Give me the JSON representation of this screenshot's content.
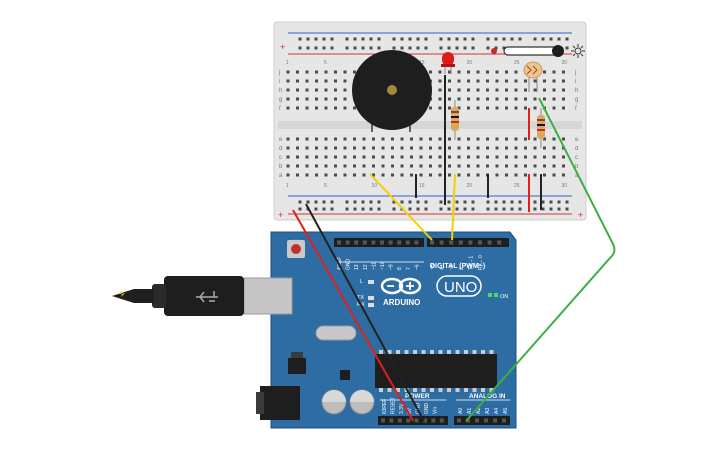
{
  "breadboard": {
    "top_rows": [
      "j",
      "i",
      "h",
      "g",
      "f"
    ],
    "bottom_rows": [
      "e",
      "d",
      "c",
      "b",
      "a"
    ],
    "col_numbers": [
      "1",
      "5",
      "10",
      "15",
      "20",
      "25",
      "30"
    ],
    "rail_plus": "+",
    "rail_minus": "−"
  },
  "arduino": {
    "brand": "ARDUINO",
    "model": "UNO",
    "digital_header": "DIGITAL (PWM~)",
    "power_header": "POWER",
    "analog_header": "ANALOG IN",
    "on_label": "ON",
    "tx_label": "TX",
    "rx_label": "RX",
    "l_label": "L",
    "digital_pins": [
      "AREF",
      "GND",
      "13",
      "12",
      "~11",
      "~10",
      "~9",
      "8",
      "7",
      "~6",
      "~5",
      "4",
      "~3",
      "2",
      "TX→1",
      "RX←0"
    ],
    "power_pins": [
      "IOREF",
      "RESET",
      "3.3V",
      "5V",
      "GND",
      "GND",
      "Vin"
    ],
    "analog_pins": [
      "A0",
      "A1",
      "A2",
      "A3",
      "A4",
      "A5"
    ]
  },
  "colors": {
    "board_blue": "#2e6da4",
    "breadboard": "#e8e8e8",
    "wire_red": "#e0201a",
    "wire_black": "#222222",
    "wire_yellow": "#f2d000",
    "wire_green": "#3cb043"
  },
  "components": {
    "buzzer": "buzzer",
    "led": "red-led",
    "photoresistor": "photoresistor",
    "resistor_1": "resistor",
    "resistor_2": "resistor"
  }
}
